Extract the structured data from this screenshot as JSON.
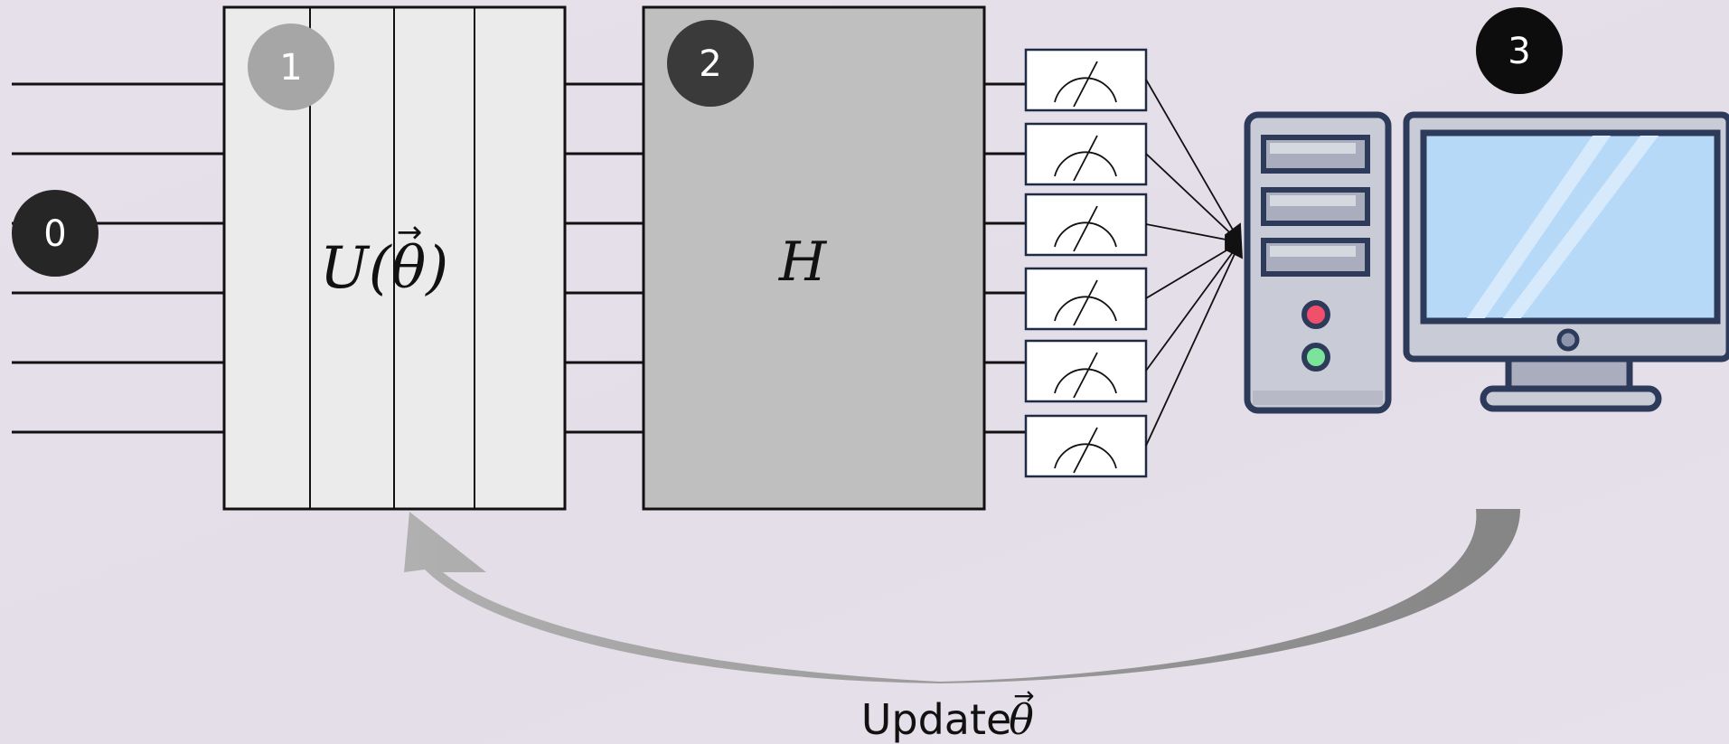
{
  "steps": {
    "s0": "0",
    "s1": "1",
    "s2": "2",
    "s3": "3"
  },
  "ansatz": {
    "label": "U(θ)",
    "u": "U(",
    "theta": "θ",
    "close": ")",
    "vector_arrow": "→"
  },
  "hamiltonian": {
    "label": "H"
  },
  "update": {
    "label": "Update",
    "theta": "θ",
    "vector_arrow": "→"
  },
  "qubits": 6,
  "measurements": 6,
  "colors": {
    "ansatz_fill": "#ebebeb",
    "hamiltonian_fill": "#bfbfbf",
    "badge_dark": "#262626",
    "badge_gray": "#a6a6a6",
    "badge_black": "#0d0d0d",
    "arrow_gray": "#9a9a9a",
    "computer_outline": "#2d3a5a",
    "screen_blue": "#b6d9f7"
  },
  "icons": [
    "measurement-meter-icon",
    "desktop-computer-icon"
  ]
}
